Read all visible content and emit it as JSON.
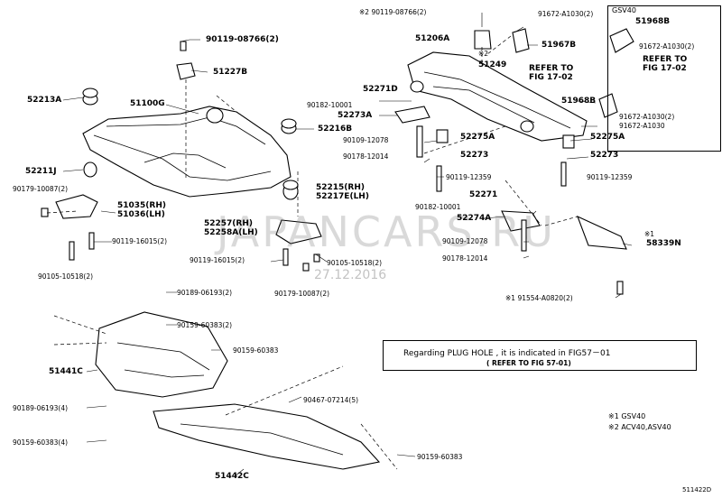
{
  "watermark": {
    "site": "JAPANCARS.RU",
    "date": "27.12.2016"
  },
  "gsv_box_label": "GSV40",
  "note_box": {
    "main": "Regarding   PLUG HOLE  , it is indicated   in  FIG57－01",
    "sub": "( REFER TO FIG 57-01)"
  },
  "legend": {
    "note1": "※1 GSV40",
    "note2": "※2 ACV40,ASV40"
  },
  "figure_number": "511422D",
  "parts": {
    "p52213A": "52213A",
    "p51100G": "51100G",
    "p51227B": "51227B",
    "p90119_08766_2_left": "90119-08766(2)",
    "p52216B": "52216B",
    "p52211J": "52211J",
    "p90179_10087_2_left": "90179-10087(2)",
    "p51035": "51035(RH)",
    "p51036": "51036(LH)",
    "p90119_16015_2_a": "90119-16015(2)",
    "p90105_10518_2_a": "90105-10518(2)",
    "p52215": "52215(RH)",
    "p52217E": "52217E(LH)",
    "p52257": "52257(RH)",
    "p52258A": "52258A(LH)",
    "p90119_16015_2_b": "90119-16015(2)",
    "p90105_10518_2_b": "90105-10518(2)",
    "p90179_10087_2_b": "90179-10087(2)",
    "p90119_08766_2_top": "※2 90119-08766(2)",
    "p51206A": "51206A",
    "p51249_note": "※2",
    "p51249": "51249",
    "p91672_A1030_2_a": "91672-A1030(2)",
    "p51967B": "51967B",
    "p_refer1": "REFER TO",
    "p_fig1": "FIG 17-02",
    "p51968B_top": "51968B",
    "p91672_A1030_2_b": "91672-A1030(2)",
    "p_refer2": "REFER TO",
    "p_fig2": "FIG 17-02",
    "p51968B_mid": "51968B",
    "p91672_A1030_2_c": "91672-A1030(2)",
    "p91672_A1030": "91672-A1030",
    "p90182_10001_a": "90182-10001",
    "p52271D": "52271D",
    "p52273A": "52273A",
    "p90109_12078_a": "90109-12078",
    "p52275A_a": "52275A",
    "p90178_12014_a": "90178-12014",
    "p52273_a": "52273",
    "p90119_12359_a": "90119-12359",
    "p52275A_b": "52275A",
    "p52273_b": "52273",
    "p90119_12359_b": "90119-12359",
    "p52271": "52271",
    "p90182_10001_b": "90182-10001",
    "p52274A": "52274A",
    "p90109_12078_b": "90109-12078",
    "p90178_12014_b": "90178-12014",
    "p58339N_note": "※1",
    "p58339N": "58339N",
    "p91554_A0820_2": "※1 91554-A0820(2)",
    "p90189_06193_2": "90189-06193(2)",
    "p90159_60383_2": "90159-60383(2)",
    "p90159_60383_a": "90159-60383",
    "p51441C": "51441C",
    "p90467_07214_5": "90467-07214(5)",
    "p90189_06193_4": "90189-06193(4)",
    "p90159_60383_4": "90159-60383(4)",
    "p90159_60383_b": "90159-60383",
    "p51442C": "51442C"
  }
}
